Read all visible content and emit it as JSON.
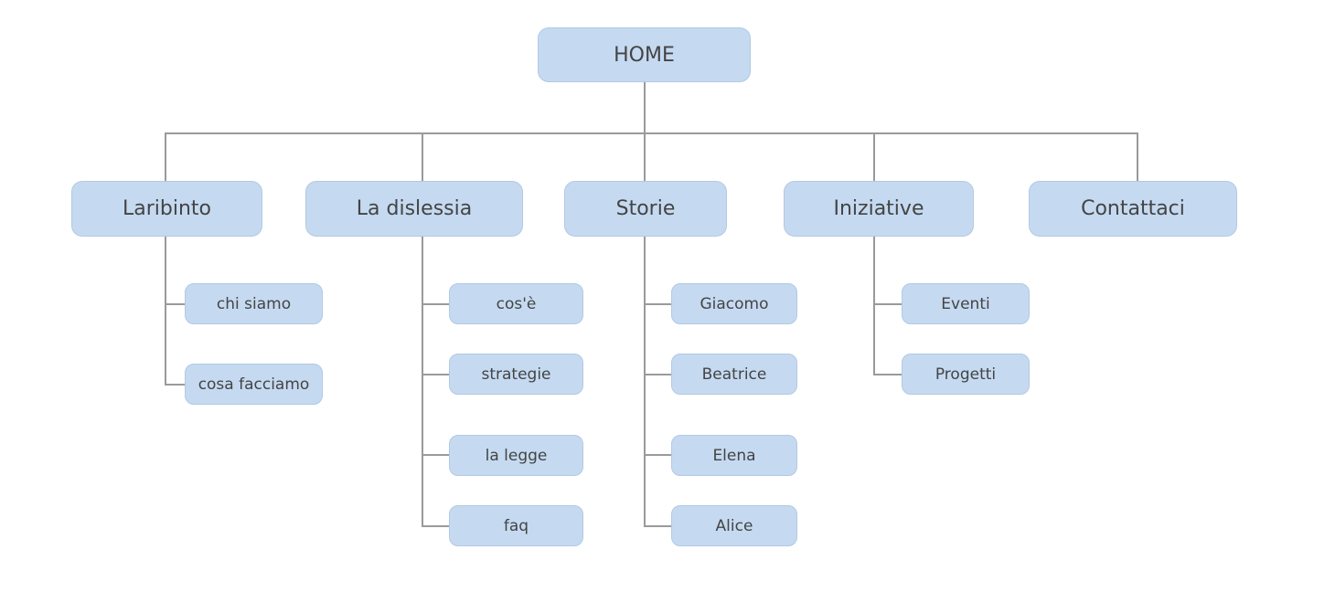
{
  "home": {
    "label": "HOME"
  },
  "sections": [
    {
      "label": "Laribinto",
      "pages": [
        "chi siamo",
        "cosa facciamo"
      ]
    },
    {
      "label": "La dislessia",
      "pages": [
        "cos'è",
        "strategie",
        "la legge",
        "faq"
      ]
    },
    {
      "label": "Storie",
      "pages": [
        "Giacomo",
        "Beatrice",
        "Elena",
        "Alice"
      ]
    },
    {
      "label": "Iniziative",
      "pages": [
        "Eventi",
        "Progetti"
      ]
    },
    {
      "label": "Contattaci",
      "pages": []
    }
  ],
  "colors": {
    "node_fill": "#c5daf1",
    "node_border": "#b2c9e4",
    "connector": "#9a9a9a",
    "text": "#444444"
  }
}
